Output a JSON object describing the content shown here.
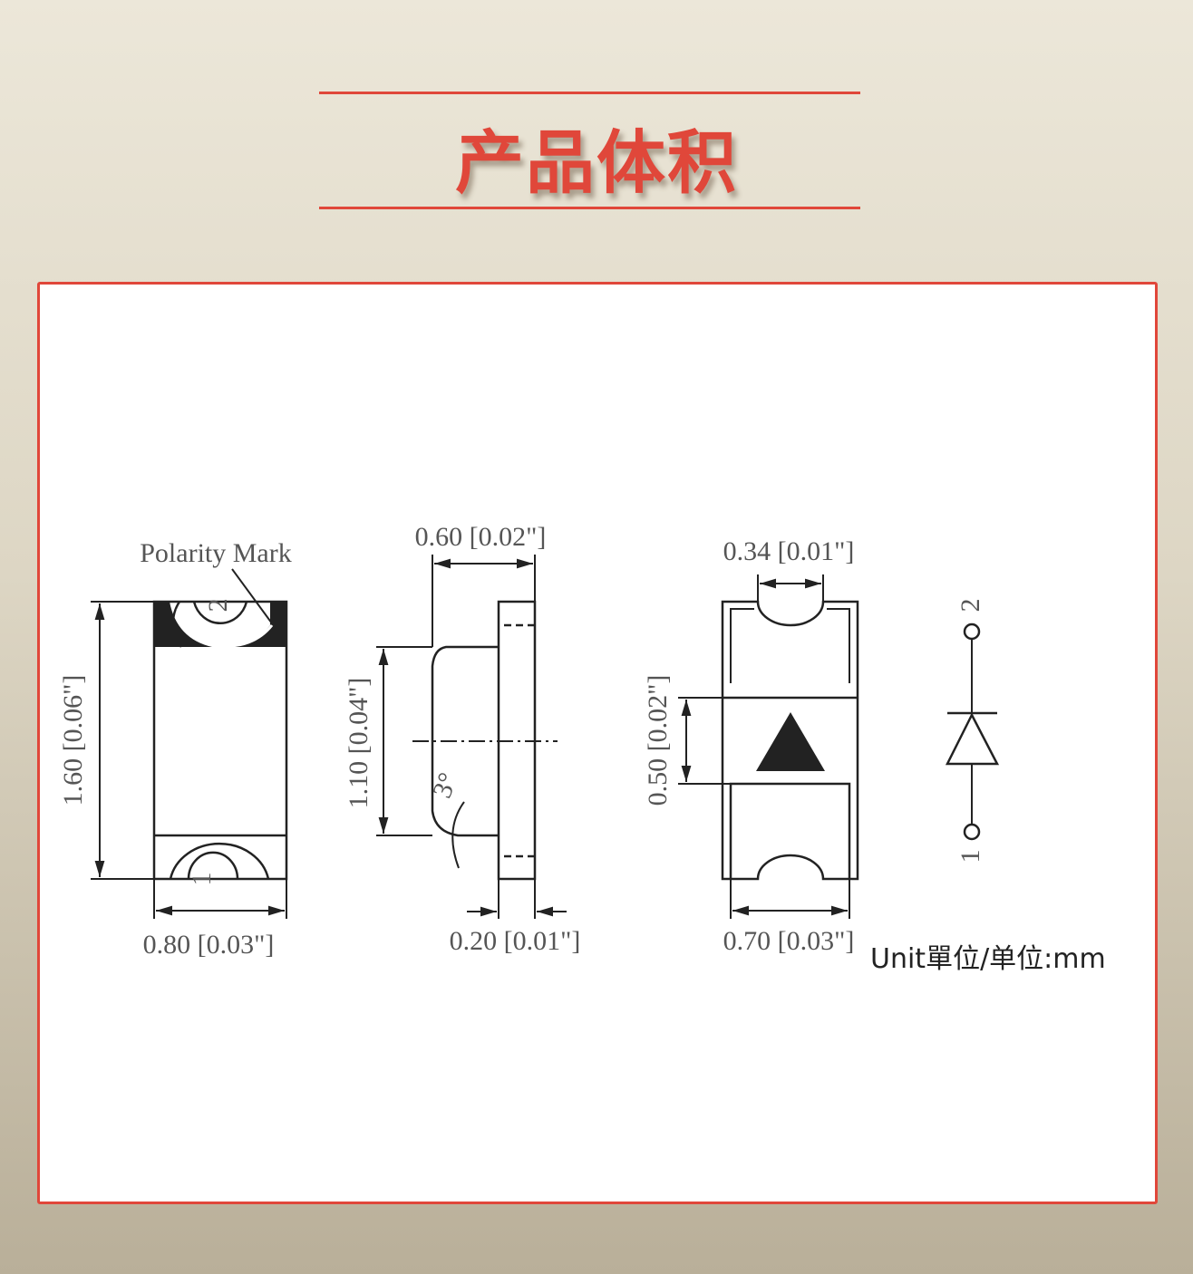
{
  "header": {
    "title": "产品体积"
  },
  "diagram": {
    "polarity_label": "Polarity Mark",
    "top_view": {
      "height": "1.60 [0.06\"]",
      "width": "0.80 [0.03\"]",
      "pad_top": "2",
      "pad_bottom": "1"
    },
    "side_view": {
      "width": "0.60 [0.02\"]",
      "body_height": "1.10 [0.04\"]",
      "flange": "0.20 [0.01\"]",
      "angle": "3°"
    },
    "bottom_view": {
      "notch": "0.34 [0.01\"]",
      "gap": "0.50 [0.02\"]",
      "width": "0.70 [0.03\"]"
    },
    "symbol": {
      "pin_top": "2",
      "pin_bottom": "1"
    },
    "unit": "Unit單位/单位:mm"
  },
  "colors": {
    "accent": "#e0473a",
    "line": "#222222"
  }
}
